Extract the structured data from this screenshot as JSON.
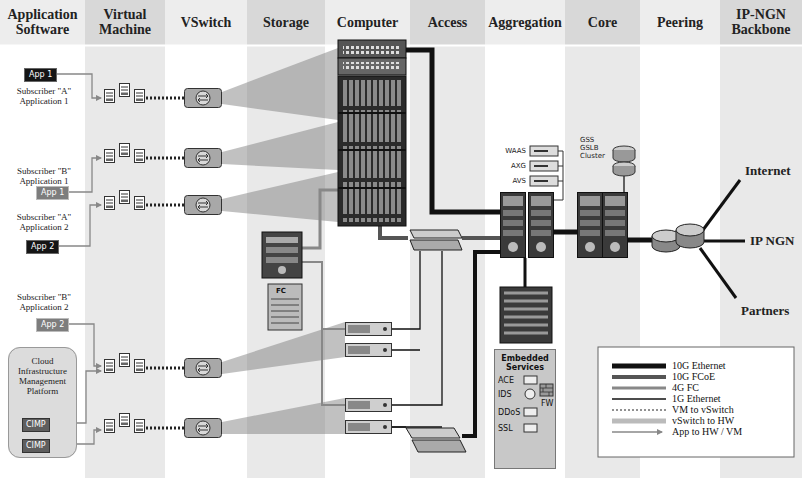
{
  "diagram": {
    "nodes": [
      {
        "text": [
          "App 1"
        ]
      },
      {
        "text": [
          "App 1"
        ]
      },
      {
        "text": [
          "App 2"
        ]
      },
      {
        "text": [
          "App 2"
        ]
      },
      {
        "text": [
          "Cloud Infrastructure Management Platform"
        ]
      },
      {
        "text": [
          "CIMP"
        ],
        "in": 4
      },
      {
        "text": [
          "CIMP"
        ],
        "in": 4
      },
      {
        "text": [
          "Embedded Services"
        ]
      }
    ],
    "labels": [
      "Application Software",
      "Virtual Machine",
      "VSwitch",
      "Storage",
      "Computer",
      "Access",
      "Aggregation",
      "Core",
      "Peering",
      "IP-NGN Backbone",
      "Subscriber \"A\" Application 1",
      "Subscriber \"B\" Application 1",
      "Subscriber \"A\" Application 2",
      "Subscriber \"B\" Application 2",
      "GSS GSLB Cluster",
      "WAAS",
      "AXG",
      "AVS",
      "Internet",
      "IP NGN",
      "Partners",
      "FC",
      "ACE",
      "IDS",
      "DDoS",
      "FW",
      "SSL"
    ],
    "legend": [
      {
        "text": "10G Ethernet"
      },
      {
        "text": "10G FCoE"
      },
      {
        "text": "4G FC"
      },
      {
        "text": "1G Ethernet"
      },
      {
        "text": "VM to vSwitch"
      },
      {
        "text": "vSwitch to HW"
      },
      {
        "text": "App to HW / VM"
      }
    ]
  }
}
